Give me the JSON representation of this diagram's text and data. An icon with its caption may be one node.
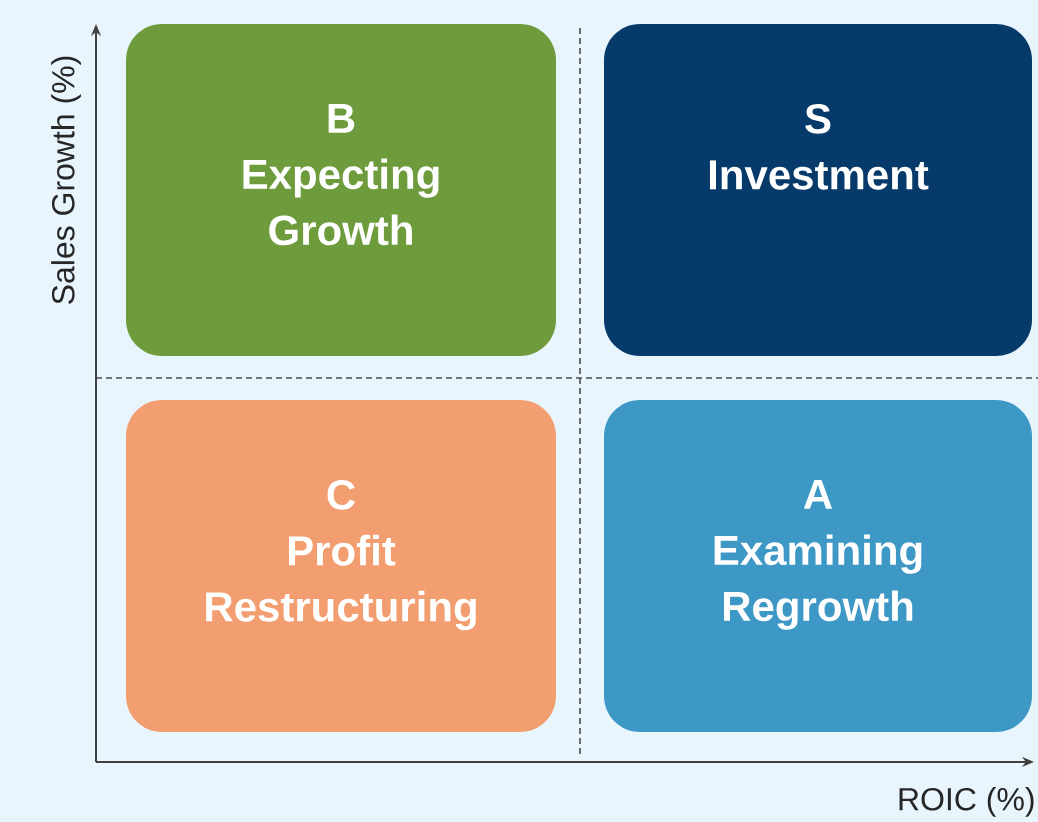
{
  "diagram": {
    "nodes": [
      {
        "text": [
          "B",
          "Expecting Growth"
        ]
      },
      {
        "text": [
          "S",
          "Investment"
        ]
      },
      {
        "text": [
          "C",
          "Profit Restructuring"
        ]
      },
      {
        "text": [
          "A",
          "Examining Regrowth"
        ]
      }
    ],
    "labels": [
      "Sales Growth (%)",
      "ROIC (%)"
    ]
  }
}
